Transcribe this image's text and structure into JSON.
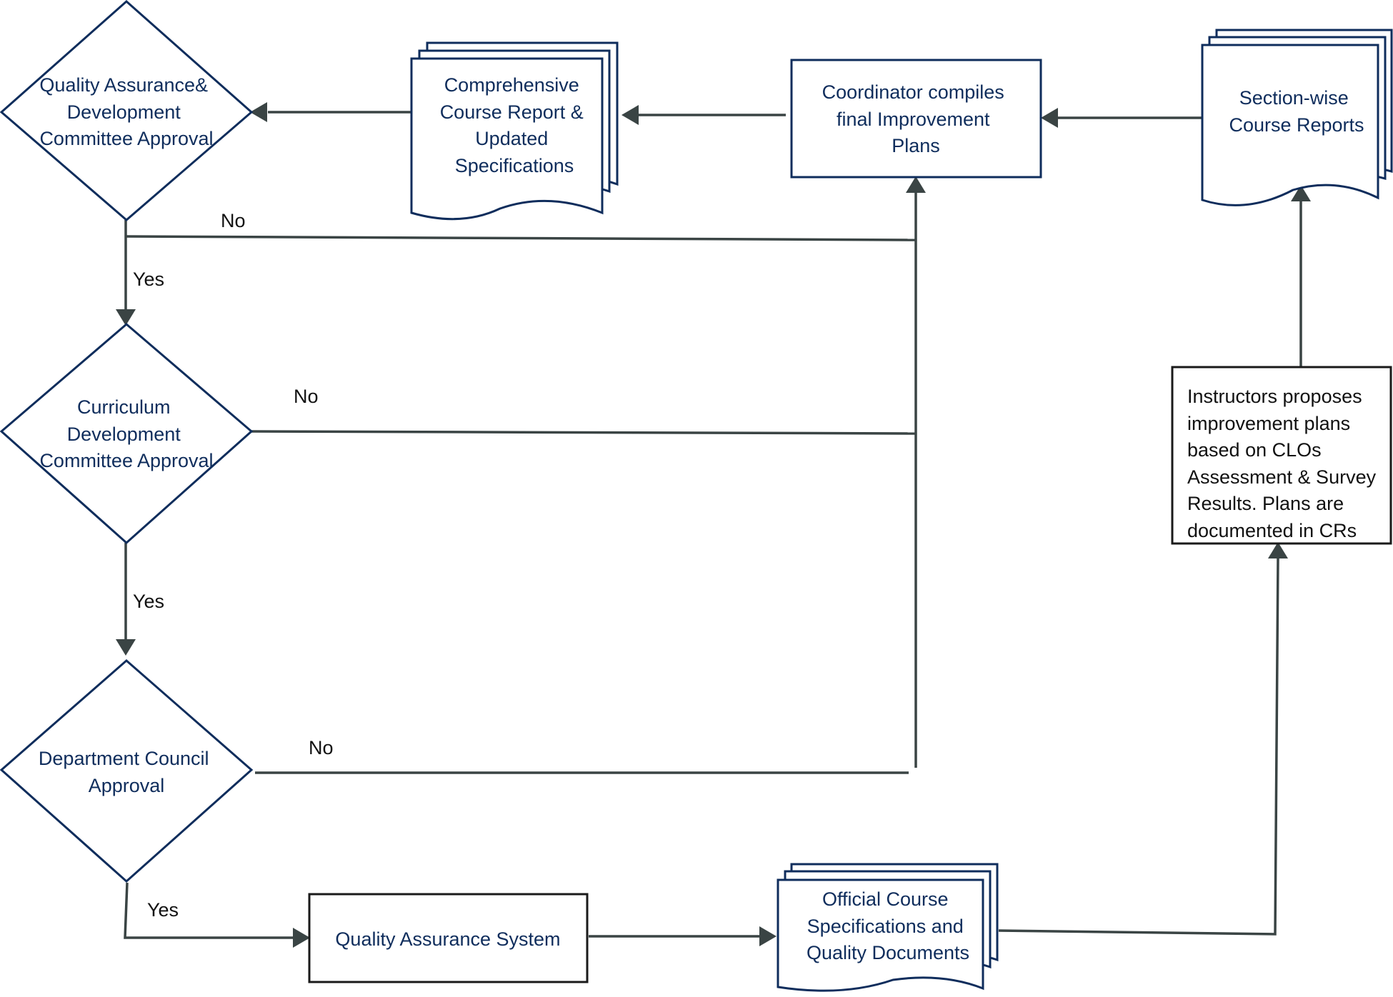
{
  "nodes": {
    "qa_committee": [
      "Quality Assurance&",
      "Development",
      "Committee Approval"
    ],
    "comprehensive_report": [
      "Comprehensive",
      "Course Report &",
      "Updated",
      "Specifications"
    ],
    "coordinator": [
      "Coordinator compiles",
      "final Improvement",
      "Plans"
    ],
    "section_reports": [
      "Section-wise",
      "Course Reports"
    ],
    "curriculum_committee": [
      "Curriculum",
      "Development",
      "Committee Approval"
    ],
    "instructors": [
      "Instructors proposes",
      "improvement plans",
      "based on CLOs",
      "Assessment & Survey",
      "Results. Plans are",
      "documented in CRs"
    ],
    "department_council": [
      "Department Council",
      "Approval"
    ],
    "qa_system": [
      "Quality Assurance System"
    ],
    "official_docs": [
      "Official Course",
      "Specifications and",
      "Quality Documents"
    ]
  },
  "edges": {
    "no_1": "No",
    "yes_1": "Yes",
    "no_2": "No",
    "yes_2": "Yes",
    "no_3": "No",
    "yes_3": "Yes"
  },
  "colors": {
    "node_stroke": "#0f2d5c",
    "node_text": "#0f2d5c",
    "connector": "#3a4444"
  }
}
